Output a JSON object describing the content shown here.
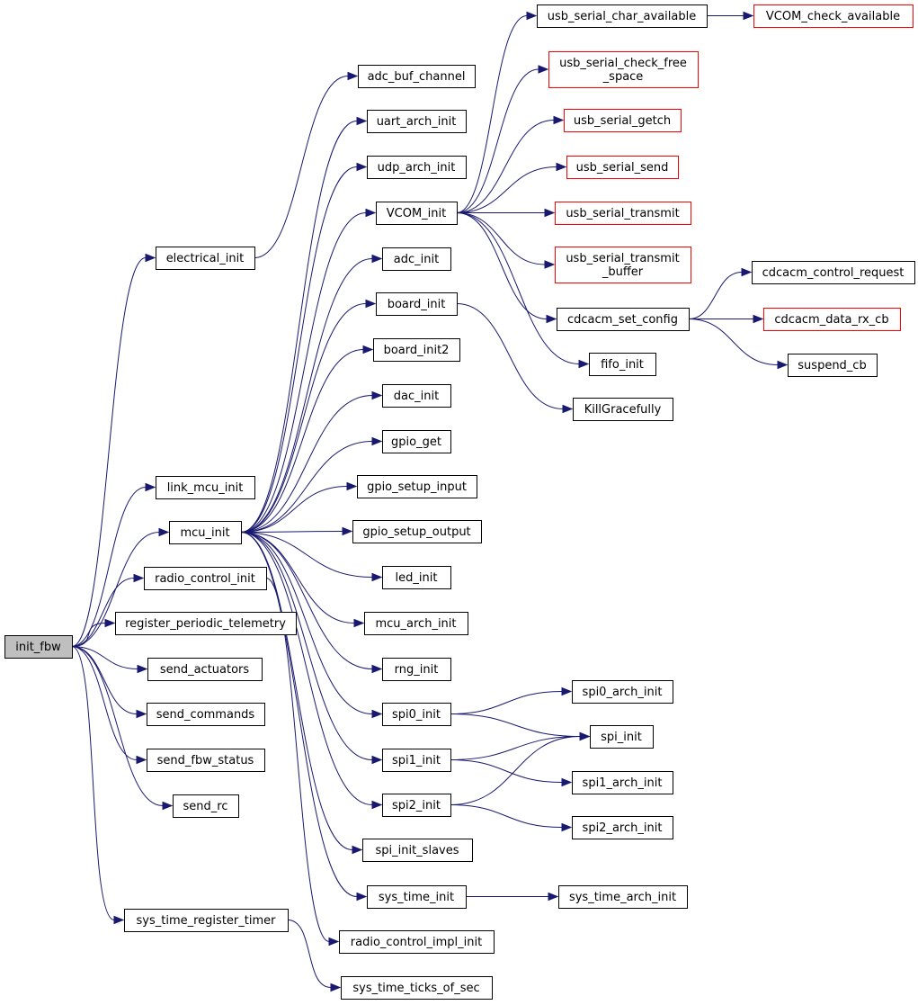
{
  "diagram": {
    "nodes": [
      {
        "id": "init_fbw",
        "lines": [
          "init_fbw"
        ],
        "style": "root"
      },
      {
        "id": "electrical_init",
        "lines": [
          "electrical_init"
        ]
      },
      {
        "id": "link_mcu_init",
        "lines": [
          "link_mcu_init"
        ]
      },
      {
        "id": "mcu_init",
        "lines": [
          "mcu_init"
        ]
      },
      {
        "id": "radio_control_init",
        "lines": [
          "radio_control_init"
        ]
      },
      {
        "id": "register_periodic_telemetry",
        "lines": [
          "register_periodic_telemetry"
        ]
      },
      {
        "id": "send_actuators",
        "lines": [
          "send_actuators"
        ]
      },
      {
        "id": "send_commands",
        "lines": [
          "send_commands"
        ]
      },
      {
        "id": "send_fbw_status",
        "lines": [
          "send_fbw_status"
        ]
      },
      {
        "id": "send_rc",
        "lines": [
          "send_rc"
        ]
      },
      {
        "id": "sys_time_register_timer",
        "lines": [
          "sys_time_register_timer"
        ]
      },
      {
        "id": "adc_buf_channel",
        "lines": [
          "adc_buf_channel"
        ]
      },
      {
        "id": "uart_arch_init",
        "lines": [
          "uart_arch_init"
        ]
      },
      {
        "id": "udp_arch_init",
        "lines": [
          "udp_arch_init"
        ]
      },
      {
        "id": "VCOM_init",
        "lines": [
          "VCOM_init"
        ]
      },
      {
        "id": "adc_init",
        "lines": [
          "adc_init"
        ]
      },
      {
        "id": "board_init",
        "lines": [
          "board_init"
        ]
      },
      {
        "id": "board_init2",
        "lines": [
          "board_init2"
        ]
      },
      {
        "id": "dac_init",
        "lines": [
          "dac_init"
        ]
      },
      {
        "id": "gpio_get",
        "lines": [
          "gpio_get"
        ]
      },
      {
        "id": "gpio_setup_input",
        "lines": [
          "gpio_setup_input"
        ]
      },
      {
        "id": "gpio_setup_output",
        "lines": [
          "gpio_setup_output"
        ]
      },
      {
        "id": "led_init",
        "lines": [
          "led_init"
        ]
      },
      {
        "id": "mcu_arch_init",
        "lines": [
          "mcu_arch_init"
        ]
      },
      {
        "id": "rng_init",
        "lines": [
          "rng_init"
        ]
      },
      {
        "id": "spi0_init",
        "lines": [
          "spi0_init"
        ]
      },
      {
        "id": "spi1_init",
        "lines": [
          "spi1_init"
        ]
      },
      {
        "id": "spi2_init",
        "lines": [
          "spi2_init"
        ]
      },
      {
        "id": "spi_init_slaves",
        "lines": [
          "spi_init_slaves"
        ]
      },
      {
        "id": "sys_time_init",
        "lines": [
          "sys_time_init"
        ]
      },
      {
        "id": "radio_control_impl_init",
        "lines": [
          "radio_control_impl_init"
        ]
      },
      {
        "id": "sys_time_ticks_of_sec",
        "lines": [
          "sys_time_ticks_of_sec"
        ]
      },
      {
        "id": "usb_serial_char_available",
        "lines": [
          "usb_serial_char_available"
        ]
      },
      {
        "id": "usb_serial_check_free_space",
        "lines": [
          "usb_serial_check_free",
          "_space"
        ],
        "style": "red"
      },
      {
        "id": "usb_serial_getch",
        "lines": [
          "usb_serial_getch"
        ],
        "style": "red"
      },
      {
        "id": "usb_serial_send",
        "lines": [
          "usb_serial_send"
        ],
        "style": "red"
      },
      {
        "id": "usb_serial_transmit",
        "lines": [
          "usb_serial_transmit"
        ],
        "style": "red"
      },
      {
        "id": "usb_serial_transmit_buffer",
        "lines": [
          "usb_serial_transmit",
          "_buffer"
        ],
        "style": "red"
      },
      {
        "id": "cdcacm_set_config",
        "lines": [
          "cdcacm_set_config"
        ]
      },
      {
        "id": "fifo_init",
        "lines": [
          "fifo_init"
        ]
      },
      {
        "id": "KillGracefully",
        "lines": [
          "KillGracefully"
        ]
      },
      {
        "id": "VCOM_check_available",
        "lines": [
          "VCOM_check_available"
        ],
        "style": "red"
      },
      {
        "id": "cdcacm_control_request",
        "lines": [
          "cdcacm_control_request"
        ]
      },
      {
        "id": "cdcacm_data_rx_cb",
        "lines": [
          "cdcacm_data_rx_cb"
        ],
        "style": "red"
      },
      {
        "id": "suspend_cb",
        "lines": [
          "suspend_cb"
        ]
      },
      {
        "id": "spi0_arch_init",
        "lines": [
          "spi0_arch_init"
        ]
      },
      {
        "id": "spi_init",
        "lines": [
          "spi_init"
        ]
      },
      {
        "id": "spi1_arch_init",
        "lines": [
          "spi1_arch_init"
        ]
      },
      {
        "id": "spi2_arch_init",
        "lines": [
          "spi2_arch_init"
        ]
      },
      {
        "id": "sys_time_arch_init",
        "lines": [
          "sys_time_arch_init"
        ]
      }
    ],
    "edges": [
      [
        "init_fbw",
        "electrical_init"
      ],
      [
        "init_fbw",
        "link_mcu_init"
      ],
      [
        "init_fbw",
        "mcu_init"
      ],
      [
        "init_fbw",
        "radio_control_init"
      ],
      [
        "init_fbw",
        "register_periodic_telemetry"
      ],
      [
        "init_fbw",
        "send_actuators"
      ],
      [
        "init_fbw",
        "send_commands"
      ],
      [
        "init_fbw",
        "send_fbw_status"
      ],
      [
        "init_fbw",
        "send_rc"
      ],
      [
        "init_fbw",
        "sys_time_register_timer"
      ],
      [
        "electrical_init",
        "adc_buf_channel"
      ],
      [
        "mcu_init",
        "uart_arch_init"
      ],
      [
        "mcu_init",
        "udp_arch_init"
      ],
      [
        "mcu_init",
        "VCOM_init"
      ],
      [
        "mcu_init",
        "adc_init"
      ],
      [
        "mcu_init",
        "board_init"
      ],
      [
        "mcu_init",
        "board_init2"
      ],
      [
        "mcu_init",
        "dac_init"
      ],
      [
        "mcu_init",
        "gpio_get"
      ],
      [
        "mcu_init",
        "gpio_setup_input"
      ],
      [
        "mcu_init",
        "gpio_setup_output"
      ],
      [
        "mcu_init",
        "led_init"
      ],
      [
        "mcu_init",
        "mcu_arch_init"
      ],
      [
        "mcu_init",
        "rng_init"
      ],
      [
        "mcu_init",
        "spi0_init"
      ],
      [
        "mcu_init",
        "spi1_init"
      ],
      [
        "mcu_init",
        "spi2_init"
      ],
      [
        "mcu_init",
        "spi_init_slaves"
      ],
      [
        "mcu_init",
        "sys_time_init"
      ],
      [
        "radio_control_init",
        "radio_control_impl_init"
      ],
      [
        "sys_time_register_timer",
        "sys_time_ticks_of_sec"
      ],
      [
        "VCOM_init",
        "usb_serial_char_available"
      ],
      [
        "VCOM_init",
        "usb_serial_check_free_space"
      ],
      [
        "VCOM_init",
        "usb_serial_getch"
      ],
      [
        "VCOM_init",
        "usb_serial_send"
      ],
      [
        "VCOM_init",
        "usb_serial_transmit"
      ],
      [
        "VCOM_init",
        "usb_serial_transmit_buffer"
      ],
      [
        "VCOM_init",
        "cdcacm_set_config"
      ],
      [
        "VCOM_init",
        "fifo_init"
      ],
      [
        "board_init",
        "KillGracefully"
      ],
      [
        "usb_serial_char_available",
        "VCOM_check_available"
      ],
      [
        "cdcacm_set_config",
        "cdcacm_control_request"
      ],
      [
        "cdcacm_set_config",
        "cdcacm_data_rx_cb"
      ],
      [
        "cdcacm_set_config",
        "suspend_cb"
      ],
      [
        "spi0_init",
        "spi0_arch_init"
      ],
      [
        "spi0_init",
        "spi_init"
      ],
      [
        "spi1_init",
        "spi_init"
      ],
      [
        "spi1_init",
        "spi1_arch_init"
      ],
      [
        "spi2_init",
        "spi_init"
      ],
      [
        "spi2_init",
        "spi2_arch_init"
      ],
      [
        "sys_time_init",
        "sys_time_arch_init"
      ]
    ]
  }
}
